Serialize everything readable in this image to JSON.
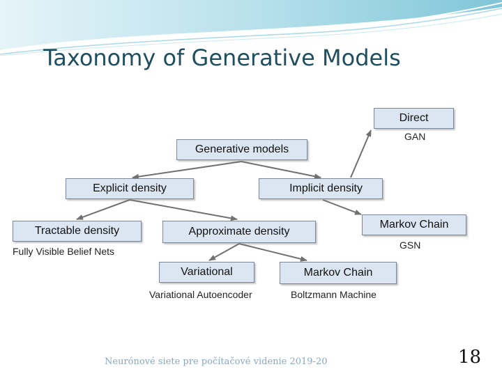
{
  "title": "Taxonomy of Generative Models",
  "nodes": {
    "root": {
      "label": "Generative models"
    },
    "explicit": {
      "label": "Explicit density"
    },
    "implicit": {
      "label": "Implicit density"
    },
    "direct": {
      "label": "Direct",
      "example": "GAN"
    },
    "markov_implicit": {
      "label": "Markov Chain",
      "example": "GSN"
    },
    "tractable": {
      "label": "Tractable density",
      "example": "Fully Visible Belief Nets"
    },
    "approximate": {
      "label": "Approximate density"
    },
    "variational": {
      "label": "Variational",
      "example": "Variational Autoencoder"
    },
    "markov_explicit": {
      "label": "Markov Chain",
      "example": "Boltzmann Machine"
    }
  },
  "footer": "Neurónové siete pre počítačové videnie 2019-20",
  "page_number": "18",
  "colors": {
    "node_fill": "#dce6f2",
    "node_border": "#7a8899",
    "edge": "#707070",
    "title": "#1f4e5f",
    "banner": "#8fd0de"
  }
}
